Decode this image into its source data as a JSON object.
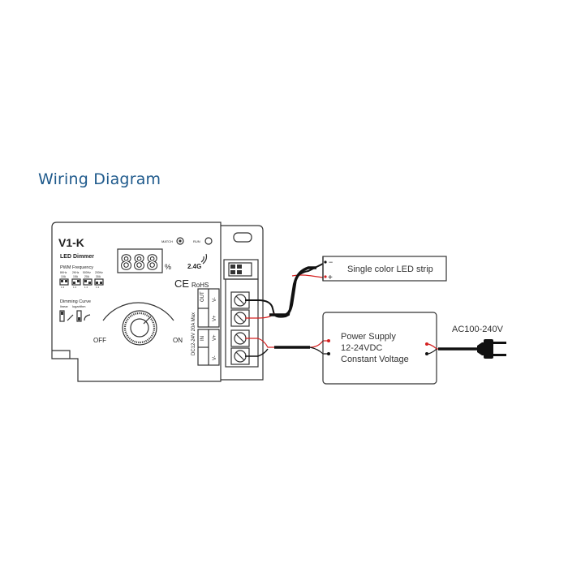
{
  "title": "Wiring Diagram",
  "dimmer": {
    "model": "V1-K",
    "subtitle": "LED Dimmer",
    "display_value": "888",
    "percent_sign": "%",
    "match_label": "MATCH",
    "run_label": "RUN",
    "wireless_label": "2.4G",
    "pwm_label": "PWM Frequency",
    "pwm_options": [
      {
        "freq": "8KHz",
        "current": "10A"
      },
      {
        "freq": "2KHz",
        "current": "15A"
      },
      {
        "freq": "500Hz",
        "current": "20A"
      },
      {
        "freq": "200Hz",
        "current": "30A"
      }
    ],
    "dip_numbers": "1 2",
    "curve_label": "Dimming Curve",
    "curve_linear": "linear",
    "curve_log": "logarithm",
    "ce_label": "CE",
    "rohs_label": "RoHS",
    "off_label": "OFF",
    "on_label": "ON",
    "rating_label": "DC12-24V 20A Max",
    "out_label": "OUT",
    "in_label": "IN",
    "vminus": "V-",
    "vplus": "V+"
  },
  "led_strip": {
    "label": "Single color LED strip",
    "minus": "−",
    "plus": "+"
  },
  "power_supply": {
    "line1": "Power Supply",
    "line2": "12-24VDC",
    "line3": "Constant Voltage"
  },
  "ac_label": "AC100-240V",
  "colors": {
    "title": "#1f5a8c",
    "wire_red": "#d42020",
    "wire_black": "#111111",
    "outline": "#333333"
  }
}
